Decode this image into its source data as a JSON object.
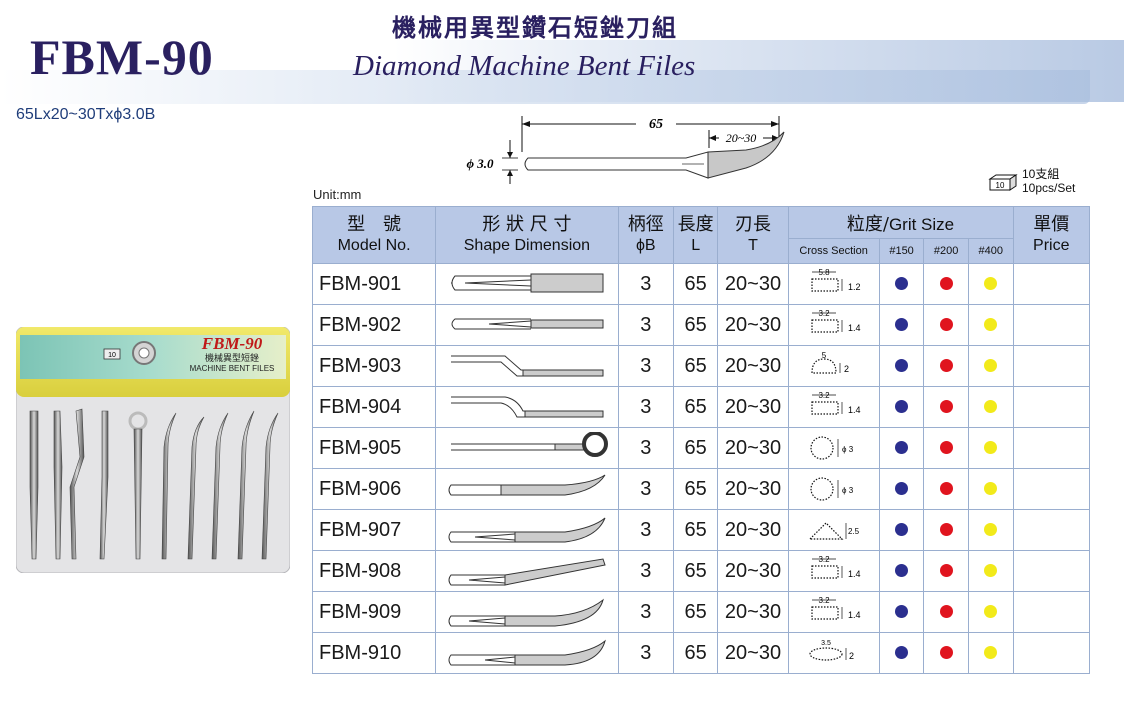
{
  "header": {
    "model": "FBM-90",
    "title_zh": "機械用異型鑽石短銼刀組",
    "title_en": "Diamond Machine Bent Files",
    "spec": "65Lx20~30Txϕ3.0B"
  },
  "figure": {
    "length_label": "65",
    "tip_label": "20~30",
    "dia_label": "ϕ 3.0"
  },
  "unit": "Unit:mm",
  "package": {
    "count": "10",
    "line1": "10支組",
    "line2": "10pcs/Set"
  },
  "photo": {
    "model": "FBM-90",
    "zh": "機械異型短銼",
    "en": "MACHINE BENT FILES",
    "count": "10"
  },
  "table": {
    "headers": {
      "model_zh": "型　號",
      "model_en": "Model No.",
      "shape_zh": "形 狀 尺 寸",
      "shape_en": "Shape Dimension",
      "dia_zh": "柄徑",
      "dia_en": "ϕB",
      "len_zh": "長度",
      "len_en": "L",
      "tip_zh": "刃長",
      "tip_en": "T",
      "grit_zh": "粒度/",
      "grit_en": "Grit Size",
      "cross": "Cross Section",
      "g150": "#150",
      "g200": "#200",
      "g400": "#400",
      "price_zh": "單價",
      "price_en": "Price"
    },
    "grit_colors": [
      "#2b2f8f",
      "#e0141e",
      "#f2ea1a"
    ],
    "rows": [
      {
        "model": "FBM-901",
        "shape": "flat",
        "dia": "3",
        "len": "65",
        "tip": "20~30",
        "cs": "rect",
        "cs_w": "5.8",
        "cs_h": "1.2"
      },
      {
        "model": "FBM-902",
        "shape": "flat-thin",
        "dia": "3",
        "len": "65",
        "tip": "20~30",
        "cs": "rect",
        "cs_w": "3.2",
        "cs_h": "1.4"
      },
      {
        "model": "FBM-903",
        "shape": "bent-half",
        "dia": "3",
        "len": "65",
        "tip": "20~30",
        "cs": "half",
        "cs_w": "5",
        "cs_h": "2"
      },
      {
        "model": "FBM-904",
        "shape": "bent-flat",
        "dia": "3",
        "len": "65",
        "tip": "20~30",
        "cs": "rect",
        "cs_w": "3.2",
        "cs_h": "1.4"
      },
      {
        "model": "FBM-905",
        "shape": "ring",
        "dia": "3",
        "len": "65",
        "tip": "20~30",
        "cs": "round",
        "cs_w": "",
        "cs_h": "ϕ 3"
      },
      {
        "model": "FBM-906",
        "shape": "curve-down",
        "dia": "3",
        "len": "65",
        "tip": "20~30",
        "cs": "round",
        "cs_w": "",
        "cs_h": "ϕ 3"
      },
      {
        "model": "FBM-907",
        "shape": "curve-up-tri",
        "dia": "3",
        "len": "65",
        "tip": "20~30",
        "cs": "tri",
        "cs_w": "",
        "cs_h": "2.5"
      },
      {
        "model": "FBM-908",
        "shape": "straight-up",
        "dia": "3",
        "len": "65",
        "tip": "20~30",
        "cs": "rect",
        "cs_w": "3.2",
        "cs_h": "1.4"
      },
      {
        "model": "FBM-909",
        "shape": "curve-up",
        "dia": "3",
        "len": "65",
        "tip": "20~30",
        "cs": "rect",
        "cs_w": "3.2",
        "cs_h": "1.4"
      },
      {
        "model": "FBM-910",
        "shape": "curve-up-oval",
        "dia": "3",
        "len": "65",
        "tip": "20~30",
        "cs": "oval",
        "cs_w": "3.5",
        "cs_h": "2"
      }
    ]
  }
}
